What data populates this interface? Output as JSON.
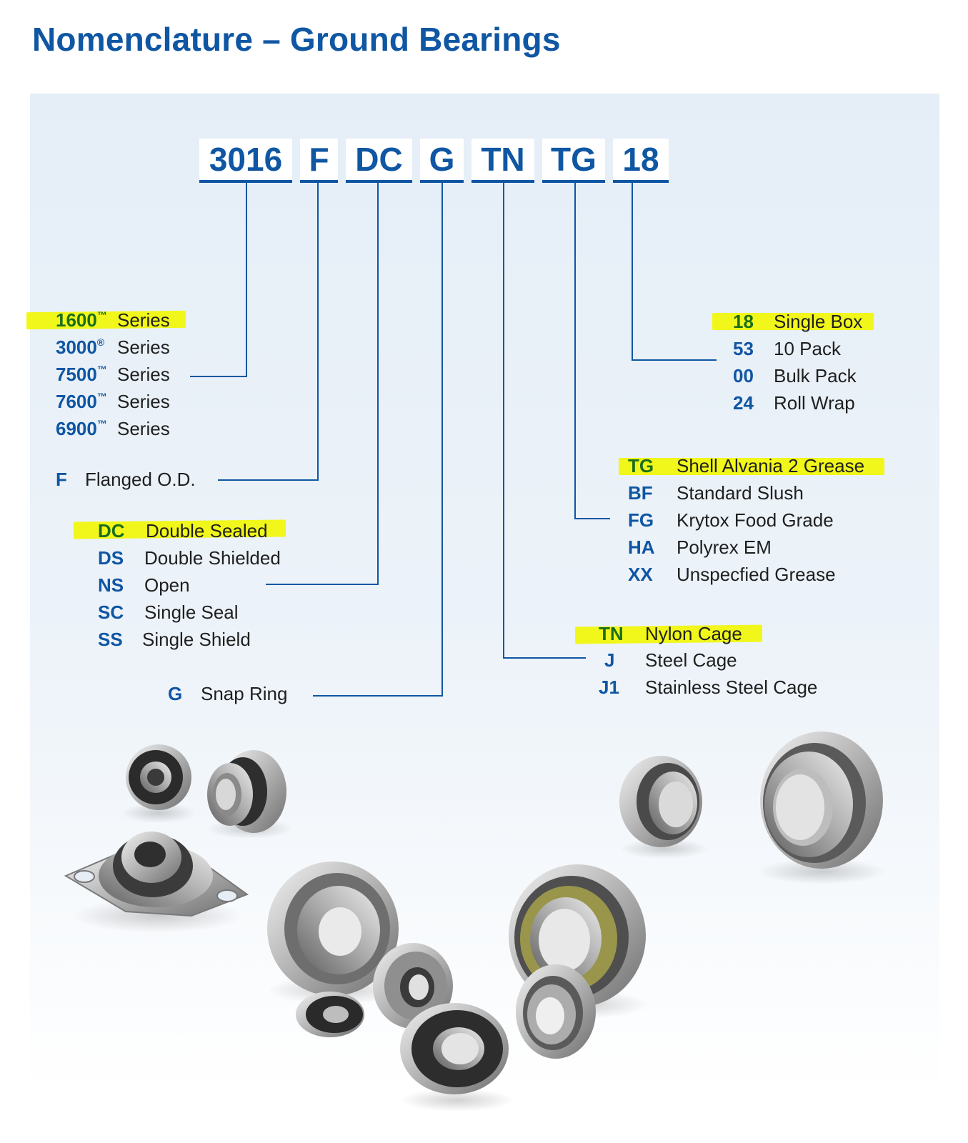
{
  "title": "Nomenclature – Ground Bearings",
  "part_number": [
    "3016",
    "F",
    "DC",
    "G",
    "TN",
    "TG",
    "18"
  ],
  "series": [
    {
      "code": "1600",
      "mark": "™",
      "label": "Series"
    },
    {
      "code": "3000",
      "mark": "®",
      "label": "Series"
    },
    {
      "code": "7500",
      "mark": "™",
      "label": "Series"
    },
    {
      "code": "7600",
      "mark": "™",
      "label": "Series"
    },
    {
      "code": "6900",
      "mark": "™",
      "label": "Series"
    }
  ],
  "flange": {
    "code": "F",
    "label": "Flanged O.D."
  },
  "seals": [
    {
      "code": "DC",
      "label": "Double Sealed"
    },
    {
      "code": "DS",
      "label": "Double Shielded"
    },
    {
      "code": "NS",
      "label": "Open"
    },
    {
      "code": "SC",
      "label": "Single Seal"
    },
    {
      "code": "SS",
      "label": "Single Shield"
    }
  ],
  "snap_ring": {
    "code": "G",
    "label": "Snap Ring"
  },
  "packaging": [
    {
      "code": "18",
      "label": "Single Box"
    },
    {
      "code": "53",
      "label": "10 Pack"
    },
    {
      "code": "00",
      "label": "Bulk Pack"
    },
    {
      "code": "24",
      "label": "Roll Wrap"
    }
  ],
  "grease": [
    {
      "code": "TG",
      "label": "Shell Alvania 2 Grease"
    },
    {
      "code": "BF",
      "label": "Standard Slush"
    },
    {
      "code": "FG",
      "label": "Krytox Food Grade"
    },
    {
      "code": "HA",
      "label": "Polyrex EM"
    },
    {
      "code": "XX",
      "label": "Unspecfied Grease"
    }
  ],
  "cage": [
    {
      "code": "TN",
      "label": "Nylon Cage"
    },
    {
      "code": "J",
      "label": "Steel Cage"
    },
    {
      "code": "J1",
      "label": "Stainless Steel Cage"
    }
  ],
  "colors": {
    "brand_blue": "#0f56a3",
    "highlight": "#f1f71a",
    "highlight_text": "#1b6f1b"
  }
}
